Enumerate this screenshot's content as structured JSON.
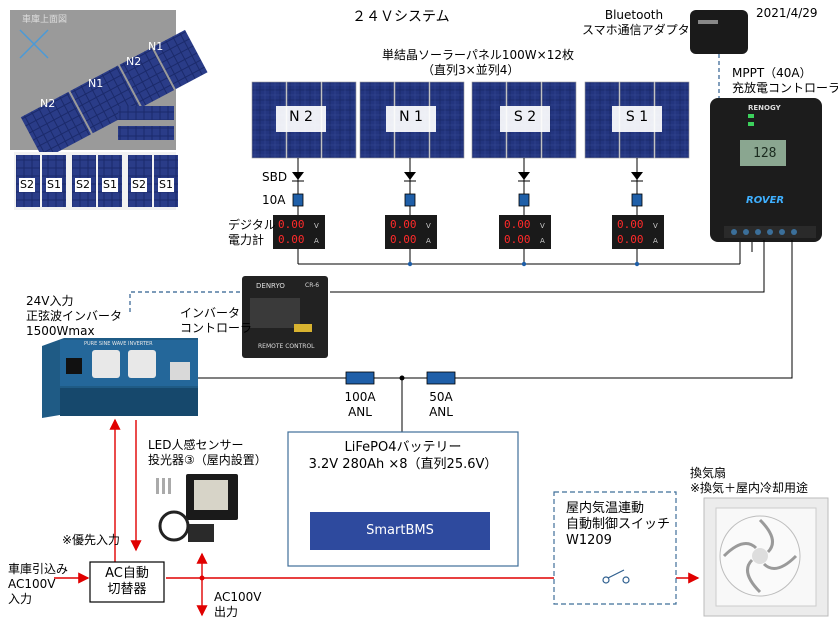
{
  "title": "２４Ｖシステム",
  "date": "2021/4/29",
  "garage_map": {
    "label": "車庫上面図",
    "roof_panels": [
      "N2",
      "N1",
      "N2",
      "N1"
    ],
    "bottom_panels": [
      "S2",
      "S1",
      "S2",
      "S1",
      "S2",
      "S1"
    ]
  },
  "solar": {
    "title": "単結晶ソーラーパネル100W×12枚",
    "subtitle": "（直列3×並列4）",
    "strings": [
      "N 2",
      "N 1",
      "S 2",
      "S 1"
    ]
  },
  "labels": {
    "sbd": "SBD",
    "fuse": "10A",
    "meter_l1": "デジタル",
    "meter_l2": "電力計"
  },
  "meter": {
    "v": "0.00",
    "a": "0.00",
    "v_unit": "V",
    "a_unit": "A"
  },
  "bluetooth": {
    "l1": "Bluetooth",
    "l2": "スマホ通信アダプタ"
  },
  "mppt": {
    "l1": "MPPT（40A）",
    "l2": "充放電コントローラ",
    "brand": "RENOGY",
    "model": "ROVER",
    "display": "128"
  },
  "inverter": {
    "l1": "24V入力",
    "l2": "正弦波インバータ",
    "l3": "1500Wmax",
    "panel_text": "PURE SINE WAVE INVERTER"
  },
  "inverter_controller": {
    "l1": "インバータ",
    "l2": "コントローラ",
    "brand": "DENRYO",
    "model": "CR-6",
    "caption": "REMOTE CONTROL"
  },
  "anl": [
    {
      "amp": "100A",
      "type": "ANL"
    },
    {
      "amp": "50A",
      "type": "ANL"
    }
  ],
  "battery": {
    "l1": "LiFePO4バッテリー",
    "l2": "3.2V  280Ah  ×8（直列25.6V）",
    "bms": "SmartBMS"
  },
  "sensor_light": {
    "l1": "LED人感センサー",
    "l2": "投光器③（屋内設置）"
  },
  "priority": "※優先入力",
  "ac_in": {
    "l1": "車庫引込み",
    "l2": "AC100V",
    "l3": "入力"
  },
  "ats": {
    "l1": "AC自動",
    "l2": "切替器"
  },
  "ac_out": {
    "l1": "AC100V",
    "l2": "出力"
  },
  "thermo_switch": {
    "l1": "屋内気温連動",
    "l2": "自動制御スイッチ",
    "l3": "W1209"
  },
  "fan": {
    "l1": "換気扇",
    "l2": "※換気＋屋内冷却用途"
  },
  "colors": {
    "ac_line": "#e00000",
    "dc_line": "#000000",
    "fuse_fill": "#1f5fa8",
    "dashed": "#2f5f8f",
    "bms_fill": "#2e4a9e"
  }
}
